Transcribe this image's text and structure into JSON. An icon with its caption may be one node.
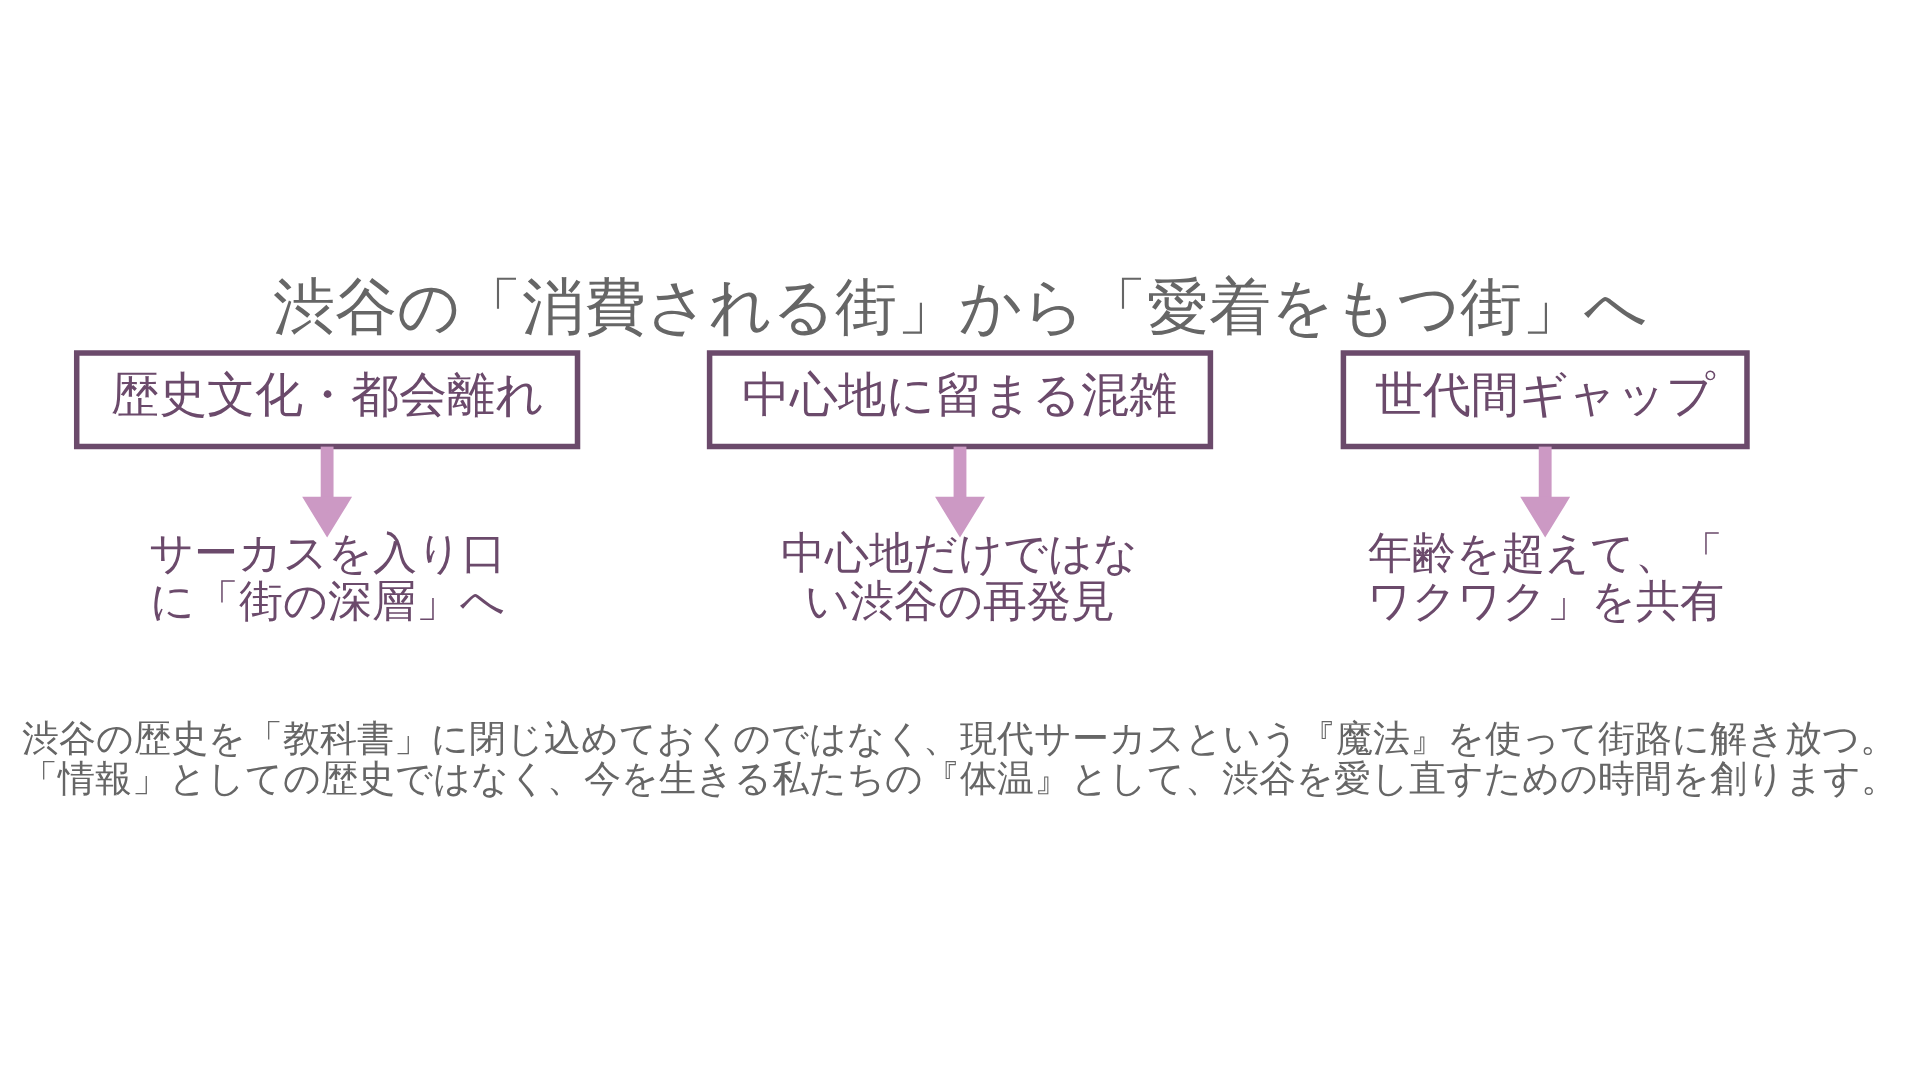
{
  "diagram": {
    "title": "渋谷の「消費される街」から「愛着をもつ街」へ",
    "caption": "渋谷の歴史を「教科書」に閉じ込めておくのではなく、現代サーカスという『魔法』を使って街路に解き放つ。「情報」としての歴史ではなく、今を生きる私たちの『体温』として、渋谷を愛し直すための時間を創ります。",
    "nodes": [
      {
        "text": [
          "歴史文化・都会離れ"
        ]
      },
      {
        "text": [
          "中心地に留まる混雑"
        ]
      },
      {
        "text": [
          "世代間ギャップ"
        ]
      },
      {
        "text": [
          "サーカスを入り口に「街の深層」へ"
        ]
      },
      {
        "text": [
          "中心地だけではない渋谷の再発見"
        ]
      },
      {
        "text": [
          "年齢を超えて、「ワクワク」を共有"
        ]
      }
    ],
    "edges": [
      {
        "from": 0,
        "to": 3,
        "arrow": "to"
      },
      {
        "from": 1,
        "to": 4,
        "arrow": "to"
      },
      {
        "from": 2,
        "to": 5,
        "arrow": "to"
      }
    ]
  }
}
